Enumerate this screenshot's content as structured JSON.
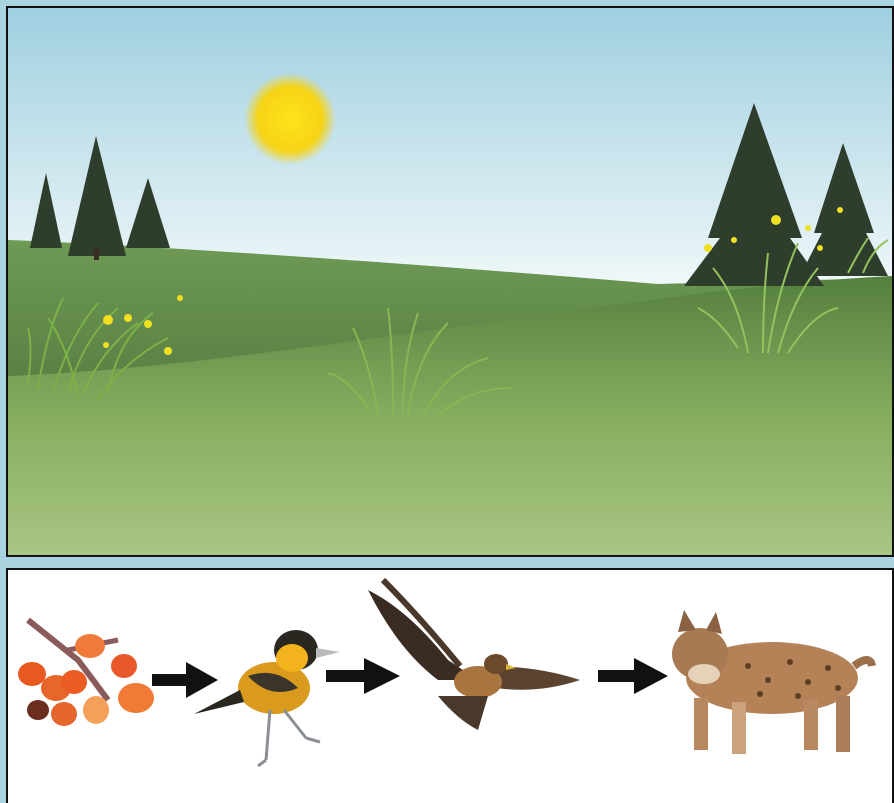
{
  "scene": {
    "sky_top": "#a6d3e3",
    "sky_bottom": "#ffffff",
    "sun_color": "#f7d417",
    "hill_back": "#4f7a3a",
    "hill_front": "#6d9a4d",
    "ground_light": "#a4c37c",
    "tree_color": "#2f3d2c",
    "flower_color": "#f1df22"
  },
  "food_chain": {
    "organisms": [
      {
        "name": "berries",
        "icon": "berries-icon"
      },
      {
        "name": "bird",
        "icon": "songbird-icon"
      },
      {
        "name": "hawk",
        "icon": "hawk-icon"
      },
      {
        "name": "bobcat",
        "icon": "bobcat-icon"
      }
    ],
    "arrow_icon": "right-arrow-icon",
    "arrow_color": "#111111"
  }
}
